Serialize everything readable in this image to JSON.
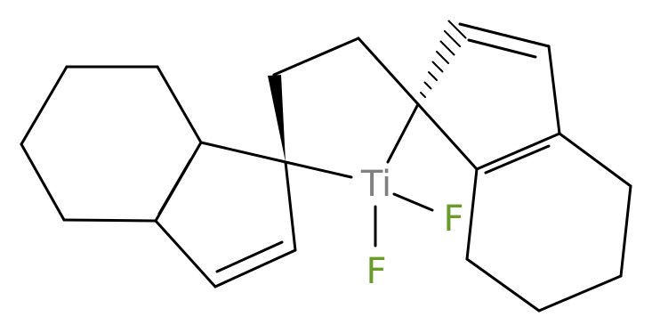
{
  "atoms": {
    "titanium": {
      "symbol": "Ti",
      "color": "#808080"
    },
    "fluorine_right": {
      "symbol": "F",
      "color": "#6a9c2a"
    },
    "fluorine_bottom": {
      "symbol": "F",
      "color": "#6a9c2a"
    }
  },
  "bond_color": "#000000"
}
